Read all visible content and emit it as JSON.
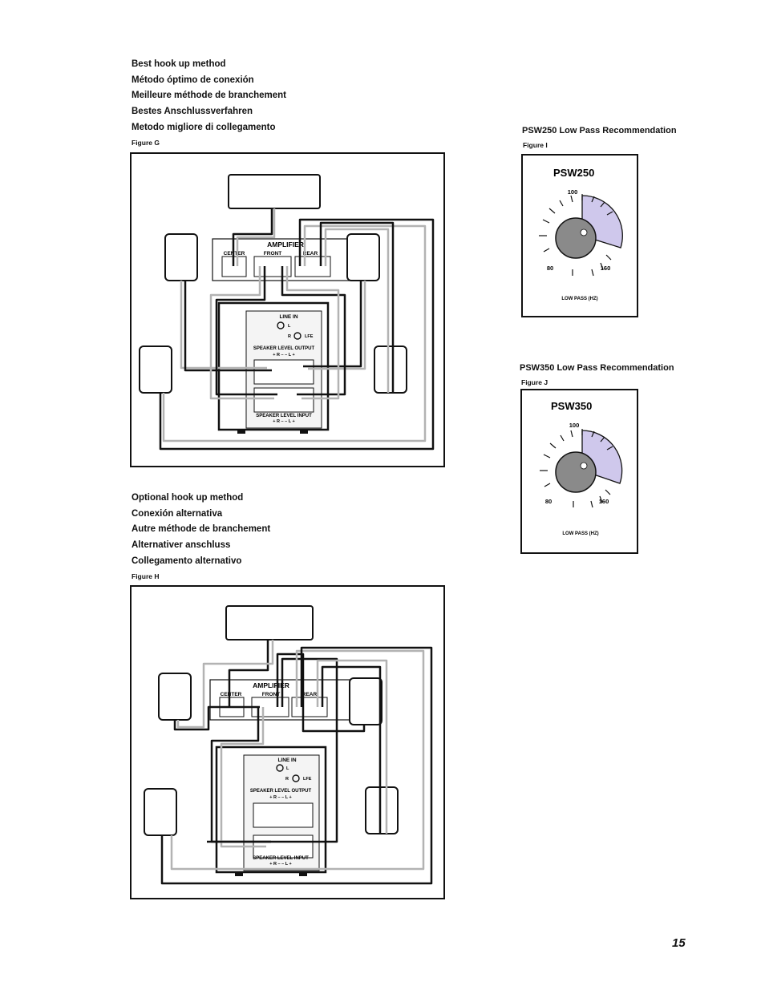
{
  "best": {
    "headings": [
      "Best hook up method",
      "Método óptimo de conexión",
      "Meilleure méthode de branchement",
      "Bestes Anschlussverfahren",
      "Metodo migliore di collegamento"
    ],
    "figure": "Figure G"
  },
  "optional": {
    "headings": [
      "Optional hook up method",
      "Conexión alternativa",
      "Autre méthode de branchement",
      "Alternativer anschluss",
      "Collegamento alternativo"
    ],
    "figure": "Figure H"
  },
  "diagram_labels": {
    "amplifier": "AMPLIFIER",
    "center": "CENTER",
    "front": "FRONT",
    "rear": "REAR",
    "line_in": "LINE IN",
    "l": "L",
    "r": "R",
    "lfe": "LFE",
    "speaker_level_output": "SPEAKER LEVEL OUTPUT",
    "speaker_level_input": "SPEAKER LEVEL INPUT",
    "polarity_row": "+  R  –      –  L  +"
  },
  "psw250": {
    "title": "PSW250 Low Pass Recommendation",
    "figure": "Figure I",
    "model": "PSW250",
    "top_value": "100",
    "min_value": "80",
    "max_value": "160",
    "caption": "LOW PASS (HZ)"
  },
  "psw350": {
    "title": "PSW350 Low Pass Recommendation",
    "figure": "Figure J",
    "model": "PSW350",
    "top_value": "100",
    "min_value": "80",
    "max_value": "160",
    "caption": "LOW PASS (HZ)"
  },
  "colors": {
    "wire_gray": "#b3b3b3",
    "highlight": "#cfc8ec",
    "knob": "#8a8a8a"
  },
  "page_number": "15"
}
